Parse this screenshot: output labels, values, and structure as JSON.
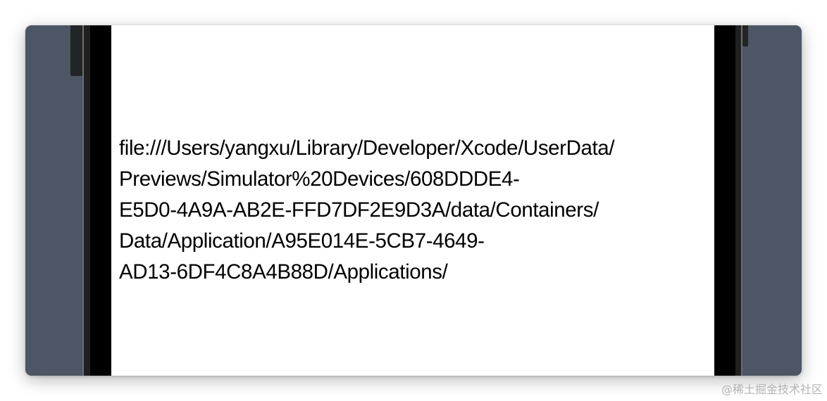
{
  "simulator": {
    "device_frame": "iPhone simulator (landscape)",
    "colors": {
      "frame_gray": "#4c5664",
      "bezel_black": "#000000",
      "bezel_strip": "#1f201f",
      "screen_background": "#ffffff",
      "text": "#000000"
    }
  },
  "screen": {
    "path_lines": [
      "file:///Users/yangxu/Library/Developer/Xcode/UserData/",
      "Previews/Simulator%20Devices/608DDDE4-",
      "E5D0-4A9A-AB2E-FFD7DF2E9D3A/data/Containers/",
      "Data/Application/A95E014E-5CB7-4649-",
      "AD13-6DF4C8A4B88D/Applications/"
    ]
  },
  "watermark": {
    "text": "@稀土掘金技术社区"
  }
}
